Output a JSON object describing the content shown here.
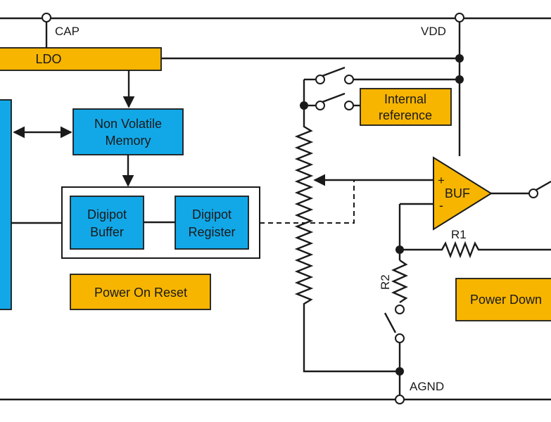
{
  "labels": {
    "cap": "CAP",
    "vdd": "VDD",
    "ldo": "LDO",
    "internal_reference_line1": "Internal",
    "internal_reference_line2": "reference",
    "nv_memory_line1": "Non Volatile",
    "nv_memory_line2": "Memory",
    "digipot_buffer_line1": "Digipot",
    "digipot_buffer_line2": "Buffer",
    "digipot_register_line1": "Digipot",
    "digipot_register_line2": "Register",
    "power_on_reset": "Power On Reset",
    "buf": "BUF",
    "plus": "+",
    "minus": "-",
    "r1": "R1",
    "r2": "R2",
    "power_down": "Power Down",
    "agnd": "AGND"
  },
  "colors": {
    "block_orange": "#f7b500",
    "block_blue": "#12a8e8",
    "wire": "#1a1a1a"
  }
}
